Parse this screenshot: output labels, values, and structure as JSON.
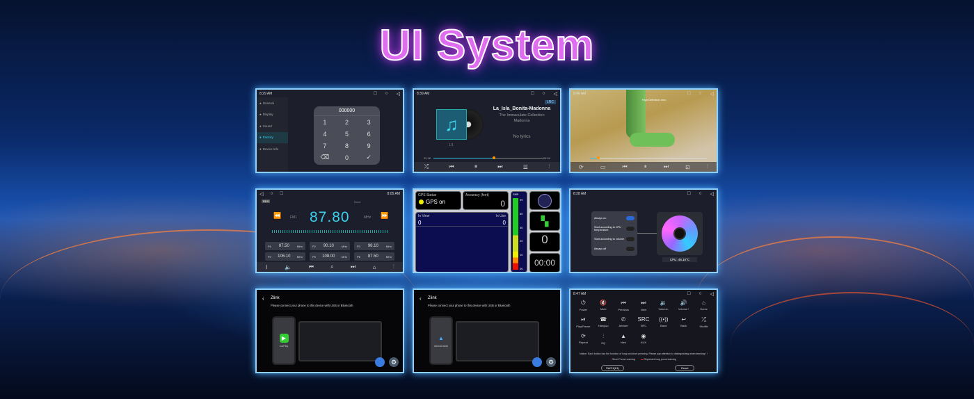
{
  "title": "UI System",
  "settings": {
    "time": "8:29 AM",
    "sidebar": [
      "General",
      "Display",
      "Sound",
      "Factory",
      "Device Info"
    ],
    "active": 3,
    "code": "000000",
    "keys": [
      "1",
      "2",
      "3",
      "4",
      "5",
      "6",
      "7",
      "8",
      "9",
      "⌫",
      "0",
      "✓"
    ]
  },
  "music": {
    "time": "8:39 AM",
    "song": "La_Isla_Bonita-Madonna",
    "album": "The Immaculate Collection",
    "artist": "Madonna",
    "lyrics": "No lyrics",
    "track": "1/1",
    "elapsed": "02:16",
    "duration": "04:54",
    "lrc": "LRC",
    "progress": 0.55
  },
  "video": {
    "time": "8:46 AM",
    "filename": "High Definition.mkv",
    "progress": 0.07
  },
  "radio": {
    "time": "8:05 AM",
    "rds": "RDS",
    "band": "FM1",
    "freq": "87.80",
    "unit": "MHz",
    "tag": "None",
    "presets": [
      {
        "p": "P1",
        "f": "87.50"
      },
      {
        "p": "P2",
        "f": "90.10"
      },
      {
        "p": "P3",
        "f": "98.10"
      },
      {
        "p": "P4",
        "f": "106.10"
      },
      {
        "p": "P5",
        "f": "108.00"
      },
      {
        "p": "P6",
        "f": "87.50"
      }
    ]
  },
  "gps": {
    "status_label": "GPS Status",
    "status": "GPS on",
    "accuracy_label": "Accuracy (feet)",
    "accuracy": "0",
    "inview_label": "In View",
    "inview": "0",
    "inuse_label": "In Use",
    "inuse": "0",
    "snr_label": "SNR",
    "snr_ticks": [
      "99",
      "50",
      "30",
      "20",
      "10",
      "00"
    ],
    "speed": "0",
    "clock": "00:00"
  },
  "fan": {
    "time": "8:28 AM",
    "options": [
      "Always on",
      "Start according to CPU temperature",
      "Start according to volume",
      "Always off"
    ],
    "cpu": "CPU: 46.10°C"
  },
  "zlink": [
    {
      "app": "Zlink",
      "message": "Please connect your phone to this device with USB or Bluetooth",
      "phone_app": "CarPlay"
    },
    {
      "app": "Zlink",
      "message": "Please connect your phone to this device with USB or Bluetooth",
      "phone_app": "Android Auto"
    }
  ],
  "swc": {
    "time": "8:47 AM",
    "buttons": [
      {
        "l": "Power",
        "i": "⏻"
      },
      {
        "l": "Mute",
        "i": "🔇"
      },
      {
        "l": "Previous",
        "i": "⏮"
      },
      {
        "l": "Next",
        "i": "⏭"
      },
      {
        "l": "Volume-",
        "i": "🔉"
      },
      {
        "l": "Volume+",
        "i": "🔊"
      },
      {
        "l": "Home",
        "i": "⌂"
      },
      {
        "l": "Play/Pause",
        "i": "⏯"
      },
      {
        "l": "HangUp",
        "i": "☎"
      },
      {
        "l": "Answer",
        "i": "✆"
      },
      {
        "l": "SRC",
        "i": "SRC"
      },
      {
        "l": "Band",
        "i": "((•))"
      },
      {
        "l": "Back",
        "i": "↩"
      },
      {
        "l": "Shuffle",
        "i": "⤮"
      },
      {
        "l": "Repeat",
        "i": "⟳"
      },
      {
        "l": "EQ",
        "i": "⫶"
      },
      {
        "l": "Navi",
        "i": "▲"
      },
      {
        "l": "AUX",
        "i": "◉"
      }
    ],
    "notice": "Notice:  Each button has the function of long and short pressing. Please pay attention to distinguishing when learning ! !",
    "legend_short": "Short Press Learning",
    "legend_long": "Represent long press learning",
    "swc_button": "SWC1(K1)",
    "reset": "Reset"
  }
}
